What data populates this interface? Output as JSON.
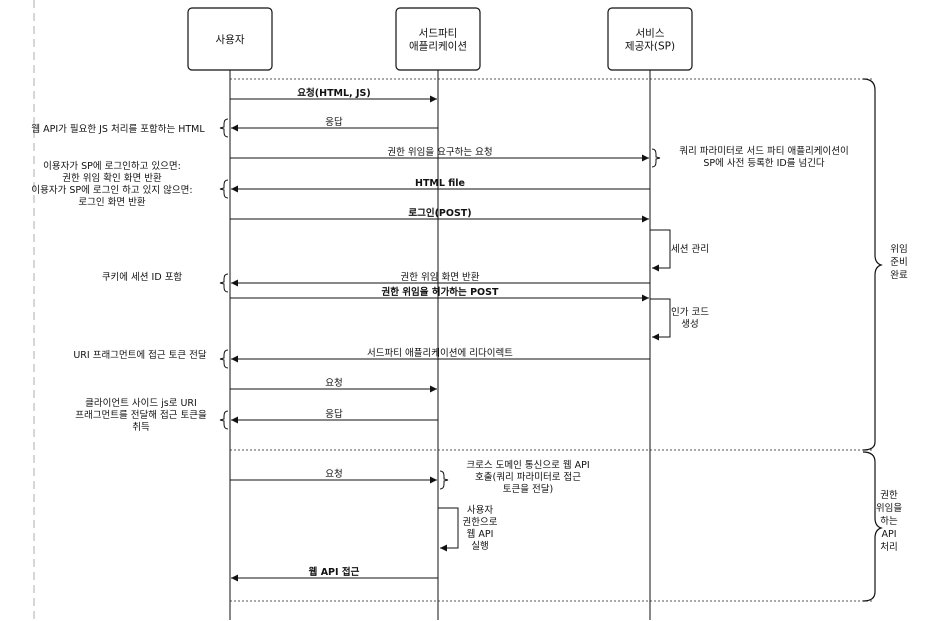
{
  "actors": [
    {
      "id": "user",
      "lines": [
        "사용자"
      ]
    },
    {
      "id": "third",
      "lines": [
        "서드파티",
        "애플리케이션"
      ]
    },
    {
      "id": "sp",
      "lines": [
        "서비스",
        "제공자(SP)"
      ]
    }
  ],
  "messages": [
    {
      "from": "user",
      "to": "third",
      "text": "요청(HTML, JS)"
    },
    {
      "from": "third",
      "to": "user",
      "text": "응답"
    },
    {
      "from": "user",
      "to": "sp",
      "text": "권한 위임을 요구하는 요청"
    },
    {
      "from": "sp",
      "to": "user",
      "text": "HTML file"
    },
    {
      "from": "user",
      "to": "sp",
      "text": "로그인(POST)"
    },
    {
      "from": "sp",
      "to": "user",
      "text": "권한 위임 화면 반환"
    },
    {
      "from": "user",
      "to": "sp",
      "text": "권한 위임을 허가하는 POST"
    },
    {
      "from": "sp",
      "to": "user",
      "text": "서드파티 애플리케이션에 리다이렉트"
    },
    {
      "from": "user",
      "to": "third",
      "text": "요청"
    },
    {
      "from": "third",
      "to": "user",
      "text": "응답"
    },
    {
      "from": "user",
      "to": "third",
      "text": "요청"
    },
    {
      "from": "third",
      "to": "user",
      "text": "웹 API 접근"
    }
  ],
  "self_calls": [
    {
      "on": "sp",
      "lines": [
        "세션 관리"
      ]
    },
    {
      "on": "sp",
      "lines": [
        "인가 코드",
        "생성"
      ]
    },
    {
      "on": "third",
      "lines": [
        "사용자",
        "권한으로",
        "웹 API",
        "실행"
      ]
    }
  ],
  "notes": [
    {
      "id": "n1",
      "lines": [
        "웹 API가 필요한 JS 처리를 포함하는 HTML"
      ]
    },
    {
      "id": "n2",
      "lines": [
        "쿼리 파라미터로 서드 파티 애플리케이션이",
        "SP에 사전 등록한 ID를 넘긴다"
      ]
    },
    {
      "id": "n3",
      "lines": [
        "이용자가 SP에 로그인하고 있으면:",
        "권한 위임 확인 화면 반환",
        "이용자가 SP에 로그인 하고 있지 않으면:",
        "로그인 화면 반환"
      ]
    },
    {
      "id": "n4",
      "lines": [
        "쿠키에 세션 ID 포함"
      ]
    },
    {
      "id": "n5",
      "lines": [
        "URI 프래그먼트에 접근 토큰 전달"
      ]
    },
    {
      "id": "n6",
      "lines": [
        "클라이언트 사이드 js로 URI",
        "프래그먼트를 전달해 접근 토큰을",
        "취득"
      ]
    },
    {
      "id": "n7",
      "lines": [
        "크로스 도메인 통신으로 웹 API",
        "호출(쿼리 파라미터로 접근",
        "토큰을 전달)"
      ]
    }
  ],
  "phases": [
    {
      "id": "prep",
      "lines": [
        "위임",
        "준비",
        "완료"
      ]
    },
    {
      "id": "api",
      "lines": [
        "권한",
        "위임을",
        "하는",
        "API",
        "처리"
      ]
    }
  ]
}
